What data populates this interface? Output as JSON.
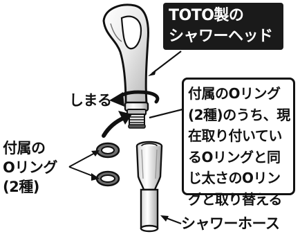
{
  "product_label": {
    "line1": "TOTO製の",
    "line2": "シャワーヘッド"
  },
  "tighten_label": "しまる",
  "instruction": {
    "line1": "付属のOリング",
    "line2": "(2種)のうち、現",
    "line3": "在取り付いてい",
    "line4": "るOリングと同",
    "line5": "じ太さのOリン",
    "line6": "グと取り替える"
  },
  "included_label": {
    "line1": "付属の",
    "line2": "Oリング",
    "line3": "(2種)"
  },
  "hose_label": "シャワーホース",
  "colors": {
    "ink": "#111111",
    "label_bg": "#1a1a1a",
    "label_text": "#ffffff",
    "ring_fill": "#6e6e6e",
    "metal_light": "#f4f4f4",
    "metal_mid": "#c9c9c9",
    "metal_dark": "#8a8a8a"
  }
}
